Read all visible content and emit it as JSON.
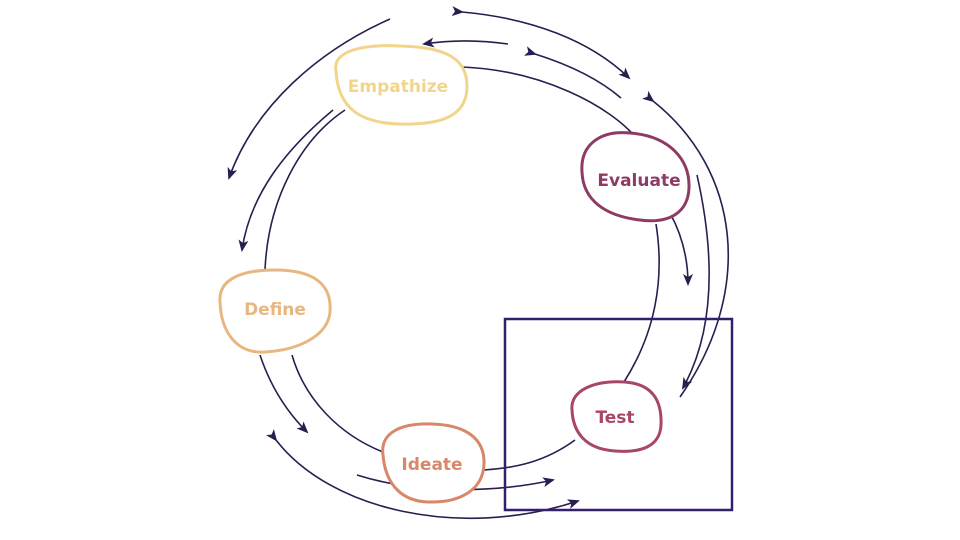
{
  "stages": {
    "empathize": {
      "label": "Empathize",
      "color": "#f1d58a"
    },
    "define": {
      "label": "Define",
      "color": "#e8b77f"
    },
    "ideate": {
      "label": "Ideate",
      "color": "#d9876a"
    },
    "test": {
      "label": "Test",
      "color": "#a8456a"
    },
    "evaluate": {
      "label": "Evaluate",
      "color": "#8e3a64"
    }
  },
  "colors": {
    "line": "#2a1d4f",
    "highlight_box": "#341f6a"
  },
  "highlight": "test"
}
